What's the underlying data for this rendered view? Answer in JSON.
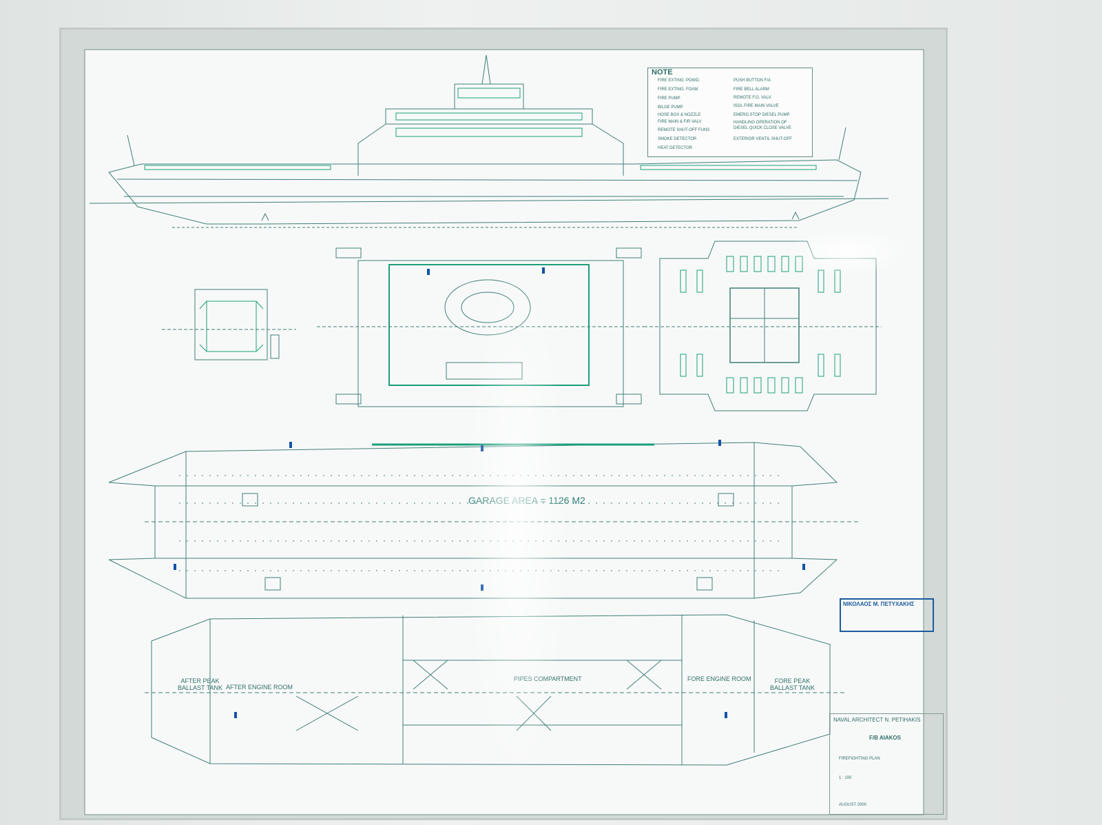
{
  "note": {
    "title": "NOTE",
    "left_items": [
      "FIRE EXTING. POWD.",
      "FIRE EXTING. FOAM",
      "FIRE PUMP",
      "BILGE PUMP",
      "HOSE BOX & NOZZLE",
      "FIRE MAIN & FIR VALV",
      "REMOTE SHUT-OFF FUNS",
      "SMOKE DETECTOR",
      "HEAT DETECTOR"
    ],
    "right_items": [
      "PUSH BUTTON F/A",
      "FIRE BELL ALARM",
      "REMOTE F.O. VALV.",
      "ISOL FIRE MAIN VALVE",
      "EMERG.STOP DIESEL PUMP",
      "HANDLING OPERATION OF",
      "DIESEL QUICK CLOSE VALVE",
      "EXTERIOR VENTIL SHUT-OFF"
    ]
  },
  "garage_label": "GARAGE AREA = 1126 M2",
  "rooms": {
    "after_peak": [
      "AFTER PEAK",
      "BALLAST TANK"
    ],
    "after_engine": "AFTER ENGINE ROOM",
    "pipes": "PIPES COMPARTMENT",
    "fore_engine": "FORE ENGINE ROOM",
    "fore_peak": [
      "FORE PEAK",
      "BALLAST TANK"
    ]
  },
  "stamp": {
    "name": "ΝΙΚΟΛΑΟΣ Μ. ΠΕΤΥΧΑΚΗΣ"
  },
  "title_block": {
    "architect": "NAVAL ARCHITECT N. PETIHAKIS",
    "vessel": "F/B AIAKOS",
    "plan": "FIREFIGHTING PLAN",
    "scale": "1 : 100",
    "date": "AUGUST 2000"
  },
  "colors": {
    "line": "#3d7f78",
    "accent": "#1b9e7a",
    "marker": "#1452a6",
    "paper": "#f7f9f8"
  }
}
